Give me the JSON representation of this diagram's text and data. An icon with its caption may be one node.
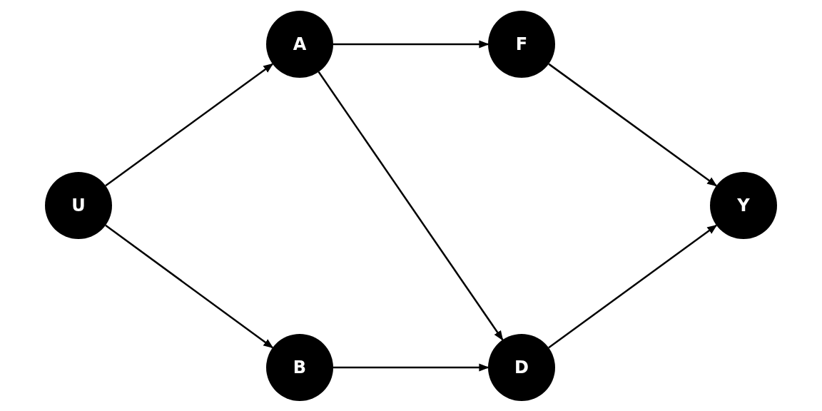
{
  "diagram": {
    "nodes": [
      {
        "text": [
          "U"
        ]
      },
      {
        "text": [
          "A"
        ]
      },
      {
        "text": [
          "B"
        ]
      },
      {
        "text": [
          "F"
        ]
      },
      {
        "text": [
          "D"
        ]
      },
      {
        "text": [
          "Y"
        ]
      }
    ],
    "edges": [
      {
        "from": 0,
        "to": 1,
        "arrow": "to"
      },
      {
        "from": 0,
        "to": 2,
        "arrow": "to"
      },
      {
        "from": 1,
        "to": 3,
        "arrow": "to"
      },
      {
        "from": 1,
        "to": 4,
        "arrow": "to"
      },
      {
        "from": 2,
        "to": 4,
        "arrow": "to"
      },
      {
        "from": 3,
        "to": 5,
        "arrow": "to"
      },
      {
        "from": 4,
        "to": 5,
        "arrow": "to"
      }
    ]
  }
}
